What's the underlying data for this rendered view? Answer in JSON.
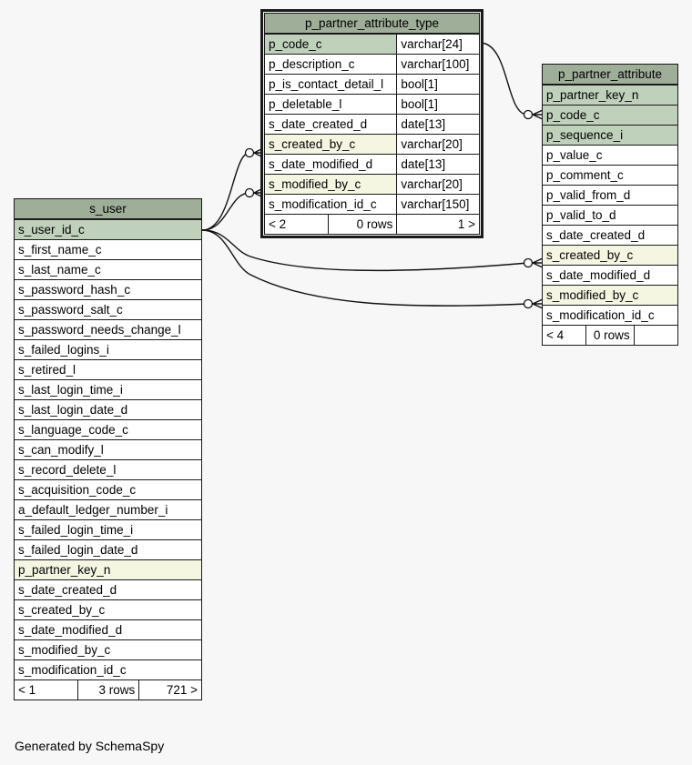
{
  "tables": {
    "attr_type": {
      "name": "p_partner_attribute_type",
      "columns": [
        {
          "name": "p_code_c",
          "type": "varchar[24]",
          "kind": "pk"
        },
        {
          "name": "p_description_c",
          "type": "varchar[100]",
          "kind": ""
        },
        {
          "name": "p_is_contact_detail_l",
          "type": "bool[1]",
          "kind": ""
        },
        {
          "name": "p_deletable_l",
          "type": "bool[1]",
          "kind": ""
        },
        {
          "name": "s_date_created_d",
          "type": "date[13]",
          "kind": ""
        },
        {
          "name": "s_created_by_c",
          "type": "varchar[20]",
          "kind": "fk"
        },
        {
          "name": "s_date_modified_d",
          "type": "date[13]",
          "kind": ""
        },
        {
          "name": "s_modified_by_c",
          "type": "varchar[20]",
          "kind": "fk"
        },
        {
          "name": "s_modification_id_c",
          "type": "varchar[150]",
          "kind": ""
        }
      ],
      "footer": {
        "parents": "< 2",
        "rows": "0 rows",
        "children": "1 >"
      }
    },
    "attr": {
      "name": "p_partner_attribute",
      "columns": [
        {
          "name": "p_partner_key_n",
          "kind": "pk"
        },
        {
          "name": "p_code_c",
          "kind": "pk"
        },
        {
          "name": "p_sequence_i",
          "kind": "pk"
        },
        {
          "name": "p_value_c",
          "kind": ""
        },
        {
          "name": "p_comment_c",
          "kind": ""
        },
        {
          "name": "p_valid_from_d",
          "kind": ""
        },
        {
          "name": "p_valid_to_d",
          "kind": ""
        },
        {
          "name": "s_date_created_d",
          "kind": ""
        },
        {
          "name": "s_created_by_c",
          "kind": "fk"
        },
        {
          "name": "s_date_modified_d",
          "kind": ""
        },
        {
          "name": "s_modified_by_c",
          "kind": "fk"
        },
        {
          "name": "s_modification_id_c",
          "kind": ""
        }
      ],
      "footer": {
        "parents": "< 4",
        "rows": "0 rows",
        "children": ""
      }
    },
    "user": {
      "name": "s_user",
      "columns": [
        {
          "name": "s_user_id_c",
          "kind": "pk"
        },
        {
          "name": "s_first_name_c",
          "kind": ""
        },
        {
          "name": "s_last_name_c",
          "kind": ""
        },
        {
          "name": "s_password_hash_c",
          "kind": ""
        },
        {
          "name": "s_password_salt_c",
          "kind": ""
        },
        {
          "name": "s_password_needs_change_l",
          "kind": ""
        },
        {
          "name": "s_failed_logins_i",
          "kind": ""
        },
        {
          "name": "s_retired_l",
          "kind": ""
        },
        {
          "name": "s_last_login_time_i",
          "kind": ""
        },
        {
          "name": "s_last_login_date_d",
          "kind": ""
        },
        {
          "name": "s_language_code_c",
          "kind": ""
        },
        {
          "name": "s_can_modify_l",
          "kind": ""
        },
        {
          "name": "s_record_delete_l",
          "kind": ""
        },
        {
          "name": "s_acquisition_code_c",
          "kind": ""
        },
        {
          "name": "a_default_ledger_number_i",
          "kind": ""
        },
        {
          "name": "s_failed_login_time_i",
          "kind": ""
        },
        {
          "name": "s_failed_login_date_d",
          "kind": ""
        },
        {
          "name": "p_partner_key_n",
          "kind": "fk"
        },
        {
          "name": "s_date_created_d",
          "kind": ""
        },
        {
          "name": "s_created_by_c",
          "kind": ""
        },
        {
          "name": "s_date_modified_d",
          "kind": ""
        },
        {
          "name": "s_modified_by_c",
          "kind": ""
        },
        {
          "name": "s_modification_id_c",
          "kind": ""
        }
      ],
      "footer": {
        "parents": "< 1",
        "rows": "3 rows",
        "children": "721 >"
      }
    }
  },
  "colors": {
    "header": "#9eae98",
    "primary_key": "#bfd0bb",
    "foreign_key": "#f4f6e2",
    "background": "#f7f7f7"
  },
  "footer_note": "Generated by SchemaSpy"
}
